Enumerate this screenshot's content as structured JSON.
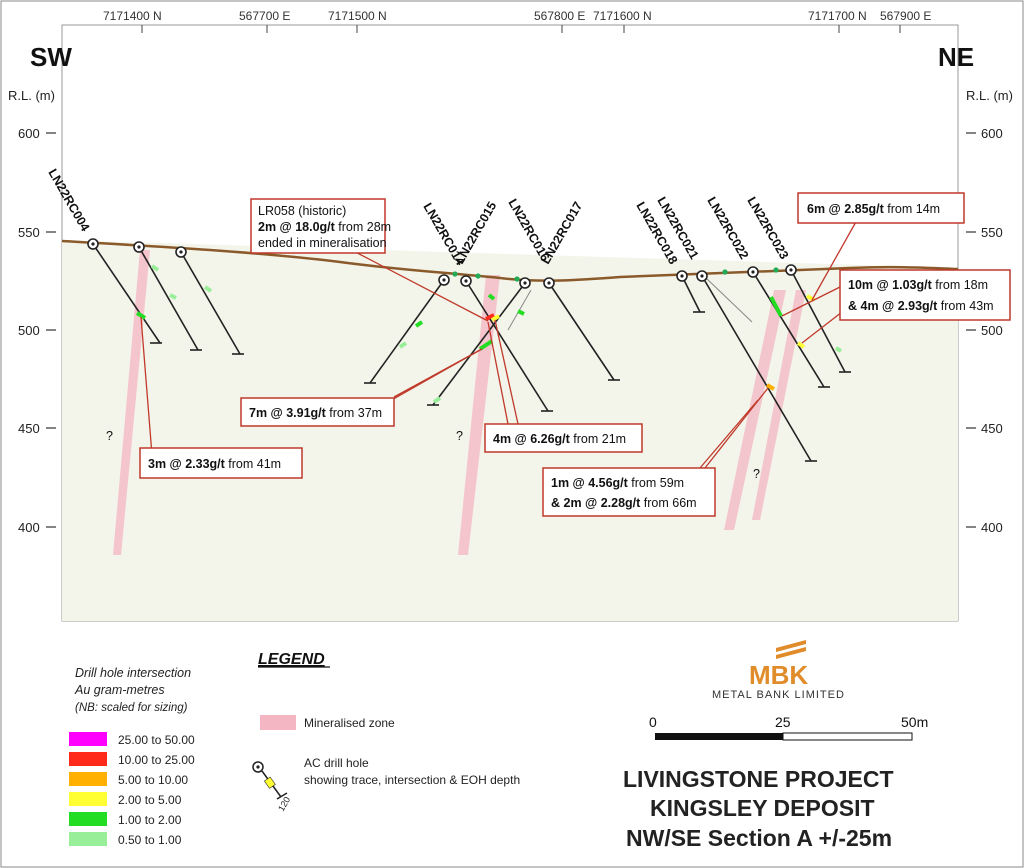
{
  "directions": {
    "left": "SW",
    "right": "NE"
  },
  "rl_axis": {
    "label": "R.L. (m)",
    "ticks": [
      "600",
      "550",
      "500",
      "450",
      "400"
    ]
  },
  "grid_labels": [
    "7171400 N",
    "567700 E",
    "7171500 N",
    "567800 E",
    "7171600 N",
    "7171700 N",
    "567900 E"
  ],
  "holes": [
    "LN22RC004",
    "LN22RC014",
    "LN22RC015",
    "LN22RC016",
    "LN22RC017",
    "LN22RC018",
    "LN22RC021",
    "LN22RC022",
    "LN22RC023"
  ],
  "unknown_marker": "?",
  "callouts": [
    {
      "lines": [
        {
          "bold": "",
          "text": "LR058 (historic)"
        },
        {
          "bold": "2m @ 18.0g/t",
          "text": " from 28m"
        },
        {
          "bold": "",
          "text": "ended in mineralisation"
        }
      ]
    },
    {
      "lines": [
        {
          "bold": "6m @ 2.85g/t",
          "text": " from 14m"
        }
      ]
    },
    {
      "lines": [
        {
          "bold": "10m @ 1.03g/t",
          "text": " from 18m"
        },
        {
          "bold": "& 4m @ 2.93g/t",
          "text": " from 43m"
        }
      ]
    },
    {
      "lines": [
        {
          "bold": "7m @ 3.91g/t",
          "text": " from 37m"
        }
      ]
    },
    {
      "lines": [
        {
          "bold": "4m @ 6.26g/t",
          "text": " from 21m"
        }
      ]
    },
    {
      "lines": [
        {
          "bold": "3m @ 2.33g/t",
          "text": " from 41m"
        }
      ]
    },
    {
      "lines": [
        {
          "bold": "1m @ 4.56g/t",
          "text": " from 59m"
        },
        {
          "bold": "& 2m @ 2.28g/t",
          "text": " from 66m"
        }
      ]
    }
  ],
  "legend": {
    "title": "LEGEND",
    "intersection_title": [
      "Drill hole intersection",
      "Au gram-metres",
      "(NB: scaled for sizing)"
    ],
    "scale": [
      {
        "label": "25.00 to 50.00",
        "color": "#ff00ff"
      },
      {
        "label": "10.00 to 25.00",
        "color": "#ff2a1a"
      },
      {
        "label": "5.00 to 10.00",
        "color": "#ffb000"
      },
      {
        "label": "2.00 to 5.00",
        "color": "#ffff33"
      },
      {
        "label": "1.00 to 2.00",
        "color": "#22dd22"
      },
      {
        "label": "0.50 to 1.00",
        "color": "#99ee99"
      }
    ],
    "mineralised_zone": "Mineralised zone",
    "drill_hole": [
      "AC drill hole",
      "showing trace, intersection & EOH depth"
    ],
    "drill_hole_depth": "120"
  },
  "scale_bar": {
    "labels": [
      "0",
      "25",
      "50m"
    ]
  },
  "logo": {
    "mark": "MBK",
    "name": "METAL BANK LIMITED"
  },
  "title_block": [
    "LIVINGSTONE PROJECT",
    "KINGSLEY DEPOSIT",
    "NW/SE Section A +/-25m"
  ],
  "colors": {
    "background": "#f3f4ea",
    "surface": "#8a5a2b",
    "zone": "#f4b6c2",
    "callout_border": "#c0392b",
    "callout_leader": "#c0392b"
  }
}
